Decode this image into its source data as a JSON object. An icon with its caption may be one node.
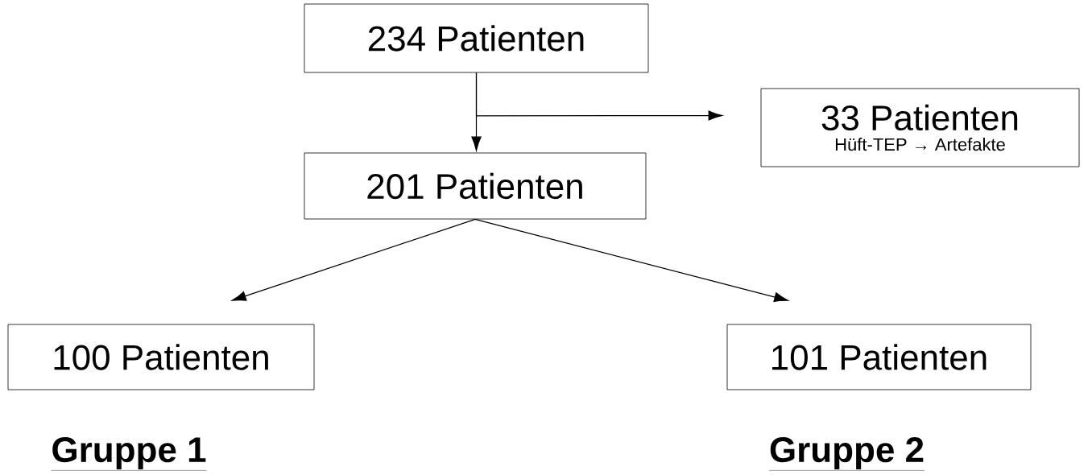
{
  "diagram": {
    "nodes": [
      {
        "text": [
          "234 Patienten"
        ]
      },
      {
        "text": [
          "33 Patienten",
          "Hüft-TEP → Artefakte"
        ]
      },
      {
        "text": [
          "201 Patienten"
        ]
      },
      {
        "text": [
          "100 Patienten"
        ],
        "beside": [
          "Gruppe 1"
        ]
      },
      {
        "text": [
          "101 Patienten"
        ],
        "beside": [
          "Gruppe 2"
        ]
      }
    ],
    "edges": [
      {
        "from": 0,
        "to": 2,
        "arrow": "to"
      },
      {
        "from": 0,
        "to": 1,
        "arrow": "to"
      },
      {
        "from": 2,
        "to": 3,
        "arrow": "to"
      },
      {
        "from": 2,
        "to": 4,
        "arrow": "to"
      }
    ]
  }
}
